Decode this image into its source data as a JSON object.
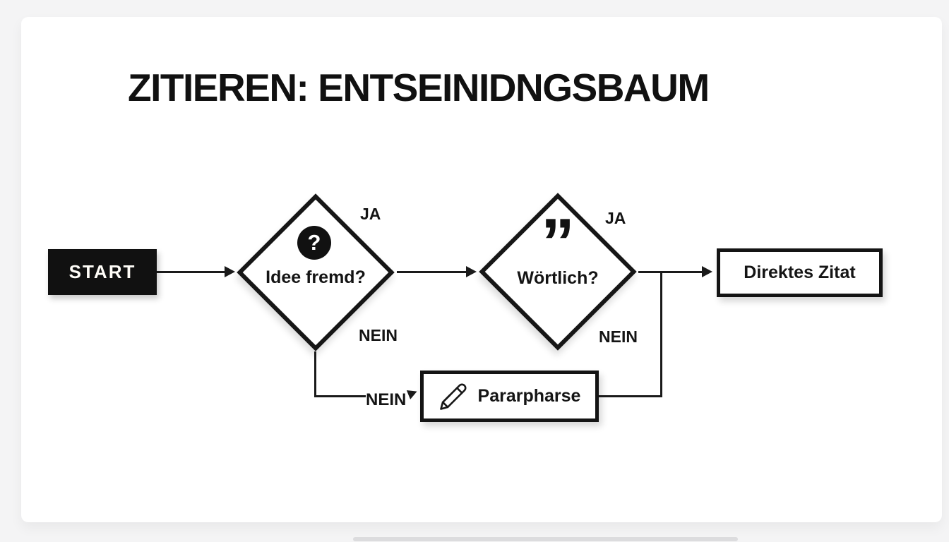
{
  "title": "ZITIEREN: ENTSEINIDNGSBAUM",
  "flowchart": {
    "start": {
      "label": "START"
    },
    "decision_idea": {
      "label": "Idee fremd?",
      "icon": "question-mark-icon",
      "icon_glyph": "?",
      "yes_label": "JA",
      "no_label": "NEIN"
    },
    "decision_verbatim": {
      "label": "Wörtlich?",
      "icon": "quote-icon",
      "icon_glyph": "”",
      "yes_label": "JA",
      "no_label": "NEIN"
    },
    "direct_quote": {
      "label": "Direktes Zitat"
    },
    "paraphrase": {
      "label": "Pararpharse",
      "icon": "pencil-icon"
    },
    "branch_no_label": "NEIN"
  },
  "colors": {
    "background": "#f4f4f5",
    "card": "#ffffff",
    "ink": "#151515",
    "node_fill": "#111111"
  }
}
